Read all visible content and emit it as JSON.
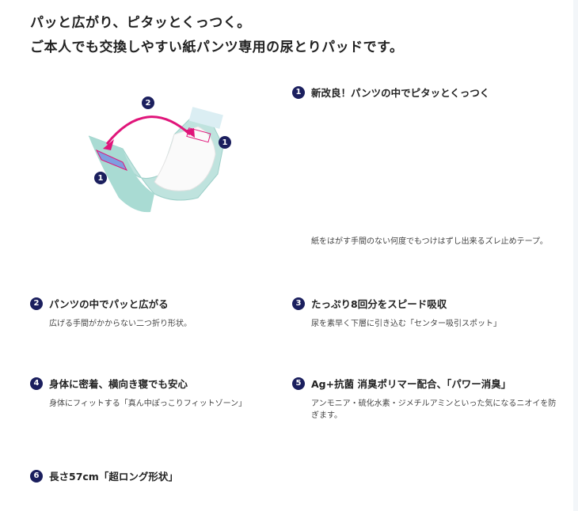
{
  "headline": {
    "line1": "パッと広がり、ピタッとくっつく。",
    "line2": "ご本人でも交換しやすい紙パンツ専用の尿とりパッドです。"
  },
  "image": {
    "callouts": [
      "1",
      "2",
      "1"
    ],
    "arrow_color": "#e0157a",
    "badge_color": "#1b1f5e"
  },
  "features": [
    {
      "number": "1",
      "title": "新改良！パンツの中でピタッとくっつく",
      "description": "紙をはがす手間のない何度でもつけはずし出来るズレ止めテープ。"
    },
    {
      "number": "2",
      "title": "パンツの中でパッと広がる",
      "description": "広げる手間がかからない二つ折り形状。"
    },
    {
      "number": "3",
      "title": "たっぷり8回分をスピード吸収",
      "description": "尿を素早く下層に引き込む「センター吸引スポット」"
    },
    {
      "number": "4",
      "title": "身体に密着、横向き寝でも安心",
      "description": "身体にフィットする「真ん中ぽっこりフィットゾーン」"
    },
    {
      "number": "5",
      "title": "Ag+抗菌 消臭ポリマー配合、「パワー消臭」",
      "description": "アンモニア・硫化水素・ジメチルアミンといった気になるニオイを防ぎます。"
    },
    {
      "number": "6",
      "title": "長さ57cm「超ロング形状」",
      "description": ""
    }
  ]
}
